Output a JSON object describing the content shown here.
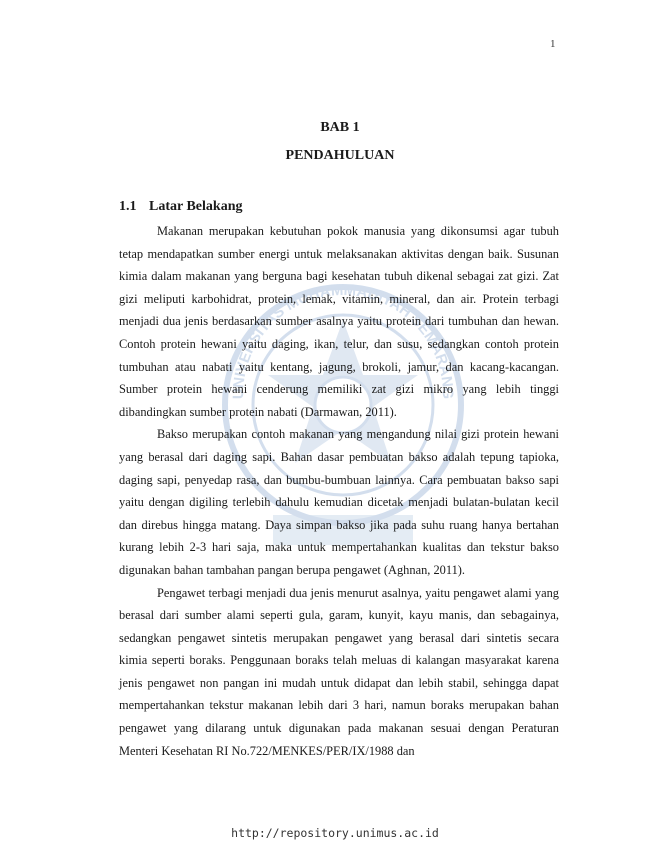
{
  "page_number": "1",
  "chapter": {
    "number": "BAB 1",
    "title": "PENDAHULUAN"
  },
  "section": {
    "number": "1.1",
    "title": "Latar Belakang"
  },
  "paragraphs": [
    "Makanan merupakan kebutuhan pokok manusia yang dikonsumsi agar tubuh tetap mendapatkan sumber energi untuk melaksanakan aktivitas dengan baik. Susunan kimia dalam makanan yang berguna bagi kesehatan tubuh dikenal sebagai zat gizi. Zat gizi meliputi karbohidrat, protein, lemak, vitamin, mineral, dan air. Protein terbagi menjadi dua jenis berdasarkan sumber asalnya yaitu protein dari tumbuhan dan hewan. Contoh protein hewani yaitu daging, ikan, telur, dan susu, sedangkan contoh protein tumbuhan atau nabati yaitu kentang, jagung, brokoli, jamur, dan kacang-kacangan. Sumber protein hewani cenderung memiliki zat gizi mikro yang lebih tinggi dibandingkan sumber protein nabati (Darmawan, 2011).",
    "Bakso merupakan contoh makanan yang mengandung nilai gizi protein hewani yang berasal dari daging sapi. Bahan dasar pembuatan bakso adalah tepung tapioka, daging sapi, penyedap rasa, dan bumbu-bumbuan lainnya. Cara pembuatan bakso sapi yaitu dengan digiling terlebih dahulu kemudian dicetak menjadi bulatan-bulatan kecil dan direbus hingga matang. Daya simpan bakso jika pada suhu ruang hanya bertahan kurang lebih 2-3 hari saja, maka untuk mempertahankan kualitas dan tekstur bakso digunakan bahan tambahan pangan berupa pengawet (Aghnan, 2011).",
    "Pengawet terbagi menjadi dua jenis menurut asalnya, yaitu pengawet alami yang berasal dari sumber alami seperti gula, garam, kunyit, kayu manis, dan sebagainya, sedangkan pengawet sintetis merupakan pengawet yang berasal dari sintetis secara kimia seperti boraks. Penggunaan boraks telah meluas di kalangan masyarakat karena jenis pengawet non pangan ini mudah untuk didapat dan lebih stabil, sehingga dapat mempertahankan tekstur makanan lebih dari 3 hari, namun boraks merupakan bahan pengawet yang dilarang untuk digunakan pada makanan sesuai dengan Peraturan Menteri Kesehatan RI No.722/MENKES/PER/IX/1988 dan"
  ],
  "watermark_text": "UNIVERSITAS MUHAMMADIYAH SEMARANG",
  "footer_url": "http://repository.unimus.ac.id",
  "colors": {
    "text": "#1a1a1a",
    "watermark": "#3a6fb0"
  }
}
